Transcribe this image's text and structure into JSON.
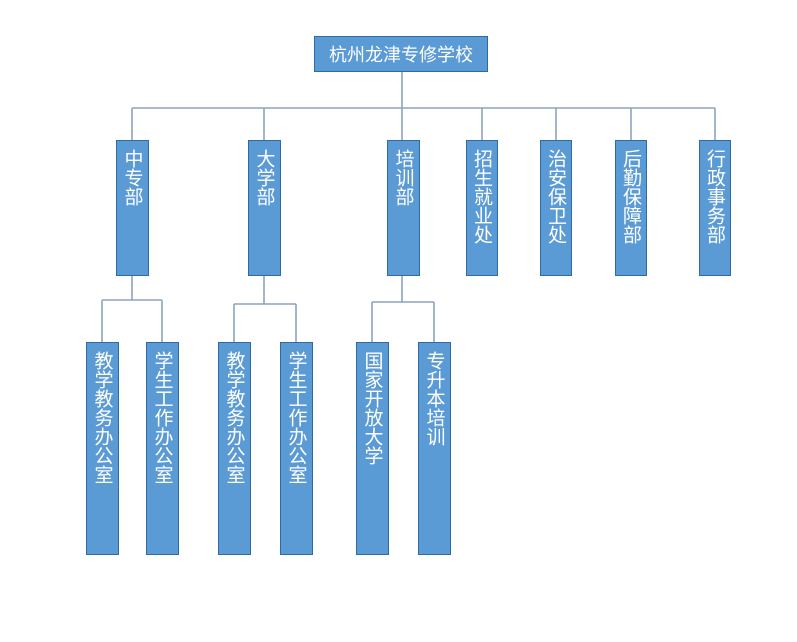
{
  "root": {
    "label": "杭州龙津专修学校"
  },
  "departments": [
    {
      "id": "d1",
      "label": "中专部",
      "children": [
        "教学教务办公室",
        "学生工作办公室"
      ]
    },
    {
      "id": "d2",
      "label": "大学部",
      "children": [
        "教学教务办公室",
        "学生工作办公室"
      ]
    },
    {
      "id": "d3",
      "label": "培训部",
      "children": [
        "国家开放大学",
        "专升本培训"
      ]
    },
    {
      "id": "d4",
      "label": "招生就业处"
    },
    {
      "id": "d5",
      "label": "治安保卫处"
    },
    {
      "id": "d6",
      "label": "后勤保障部"
    },
    {
      "id": "d7",
      "label": "行政事务部"
    }
  ]
}
